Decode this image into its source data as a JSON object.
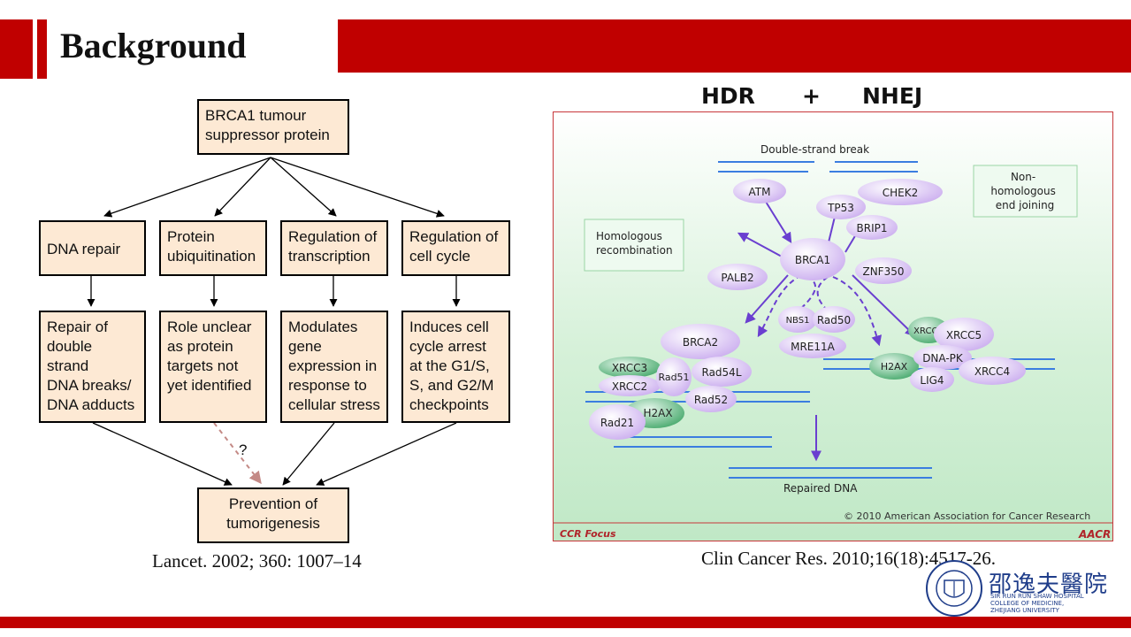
{
  "slide": {
    "title": "Background",
    "colors": {
      "accent": "#c00000",
      "box_fill": "#fde9d4"
    }
  },
  "flowchart": {
    "root": "BRCA1 tumour\nsuppressor protein",
    "functions": [
      "DNA repair",
      "Protein\nubiquitination",
      "Regulation of\ntranscription",
      "Regulation of\ncell cycle"
    ],
    "effects": [
      "Repair of\ndouble strand\nDNA breaks/\nDNA adducts",
      "Role unclear\nas protein\ntargets not\nyet identified",
      "Modulates\ngene\nexpression in\nresponse to\ncellular stress",
      "Induces cell\ncycle arrest\nat the G1/S,\nS, and G2/M\ncheckpoints"
    ],
    "uncertain_mark": "?",
    "outcome": "Prevention of\ntumorigenesis",
    "citation": "Lancet. 2002; 360: 1007–14"
  },
  "figure": {
    "heading": {
      "left": "HDR",
      "plus": "+",
      "right": "NHEJ"
    },
    "double_strand_break": "Double-strand break",
    "hr_label": "Homologous\nrecombination",
    "nhej_label": "Non-\nhomologous\nend joining",
    "proteins": {
      "atm": "ATM",
      "tp53": "TP53",
      "chek2": "CHEK2",
      "brip1": "BRIP1",
      "brca1": "BRCA1",
      "palb2": "PALB2",
      "znf350": "ZNF350",
      "nbs1": "NBS1",
      "rad50": "Rad50",
      "mre11a": "MRE11A",
      "brca2": "BRCA2",
      "xrcc3": "XRCC3",
      "xrcc2": "XRCC2",
      "rad51": "Rad51",
      "rad54l": "Rad54L",
      "rad52": "Rad52",
      "rad21": "Rad21",
      "h2ax_hr": "H2AX",
      "xrcc6": "XRCC6",
      "xrcc5": "XRCC5",
      "h2ax_nhej": "H2AX",
      "dnapk": "DNA-PK",
      "lig4": "LIG4",
      "xrcc4": "XRCC4"
    },
    "repaired_dna": "Repaired DNA",
    "copyright": "© 2010 American Association for Cancer Research",
    "journal": "CCR Focus",
    "publisher_mark": "AACR",
    "citation": "Clin Cancer Res. 2010;16(18):4517-26.",
    "colors": {
      "bg_top": "#ffffff",
      "bg_bottom": "#c3eac8",
      "node": "#d9c4f2",
      "node_green": "#54b47a",
      "arrow": "#6a3fd0",
      "dna": "#3b7de0"
    }
  },
  "logo": {
    "chinese": "邵逸夫醫院",
    "english": "SIR RUN RUN SHAW HOSPITAL\nCOLLEGE OF MEDICINE,\nZHEJIANG UNIVERSITY"
  }
}
